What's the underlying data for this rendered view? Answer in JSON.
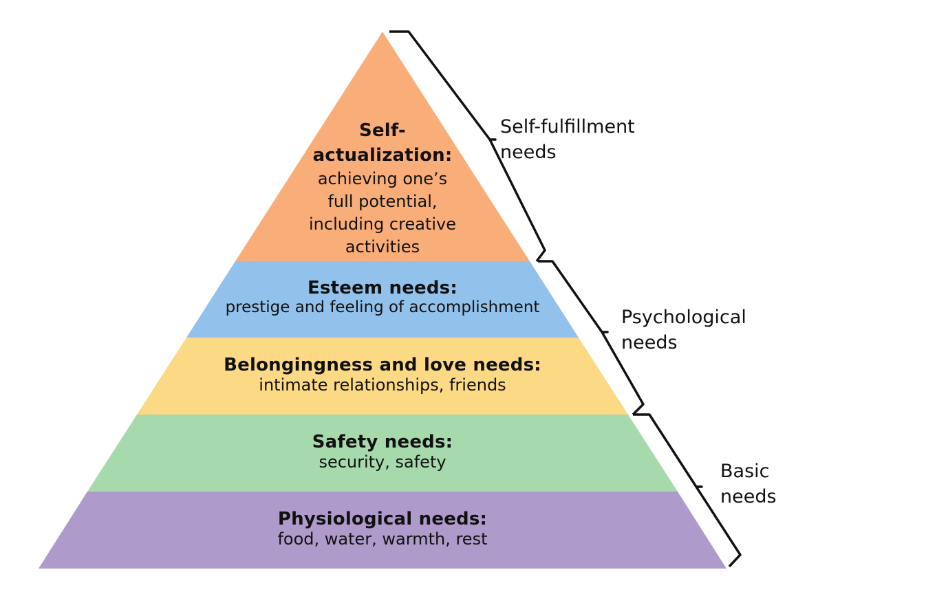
{
  "tiers": [
    {
      "id": "self-actualization",
      "title_lines": [
        "Self-",
        "actualization:"
      ],
      "desc_lines": [
        "achieving one’s",
        "full potential,",
        "including creative",
        "activities"
      ],
      "color": "#F9AE79"
    },
    {
      "id": "esteem",
      "title": "Esteem needs:",
      "desc": "prestige and feeling of accomplishment",
      "color": "#92C1EB"
    },
    {
      "id": "belongingness",
      "title": "Belongingness and love needs:",
      "desc": "intimate relationships, friends",
      "color": "#FCD985"
    },
    {
      "id": "safety",
      "title": "Safety needs:",
      "desc": "security, safety",
      "color": "#A6DAAD"
    },
    {
      "id": "physiological",
      "title": "Physiological needs:",
      "desc": "food, water, warmth, rest",
      "color": "#AE9ACB"
    }
  ],
  "groups": [
    {
      "id": "self-fulfillment",
      "lines": [
        "Self-fulfillment",
        "needs"
      ]
    },
    {
      "id": "psychological",
      "lines": [
        "Psychological",
        "needs"
      ]
    },
    {
      "id": "basic",
      "lines": [
        "Basic",
        "needs"
      ]
    }
  ],
  "bracket_color": "#111111"
}
